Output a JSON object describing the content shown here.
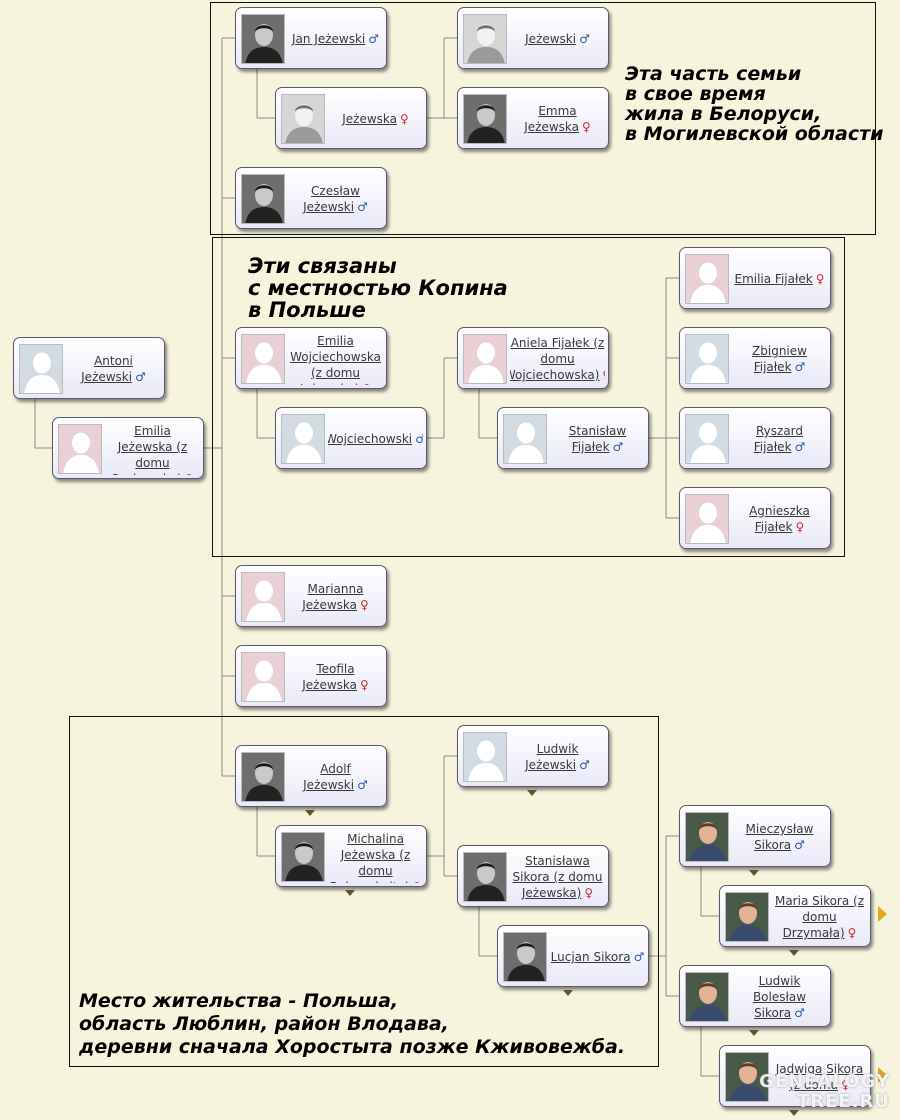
{
  "notes": {
    "belarus": [
      "Эта часть семьи",
      "в свое время",
      "жила в Белоруси,",
      "в Могилевской области"
    ],
    "kopin": [
      "Эти связаны",
      "с местностью Копина",
      "в Польше"
    ],
    "lublin": [
      "Место жительства - Польша,",
      "область Люблин, район Влодава,",
      "деревни сначала Хоростыта позже Кживовежба."
    ]
  },
  "sex_symbols": {
    "male": "♂",
    "female": "♀"
  },
  "persons": [
    {
      "id": "antoni-jezewski",
      "name": "Antoni Jeżewski",
      "sex": "male",
      "photo": "placeholder"
    },
    {
      "id": "emilia-jezewska-z-domu",
      "name": "Emilia Jeżewska (z domu Szukowska)",
      "sex": "female",
      "photo": "placeholder"
    },
    {
      "id": "jan-jezewski",
      "name": "Jan Jeżewski",
      "sex": "male",
      "photo": "portrait"
    },
    {
      "id": "jezewska",
      "name": "Jeżewska",
      "sex": "female",
      "photo": "portrait-light"
    },
    {
      "id": "jezewski",
      "name": "Jeżewski",
      "sex": "male",
      "photo": "portrait-light"
    },
    {
      "id": "emma-jezewska",
      "name": "Emma Jeżewska",
      "sex": "female",
      "photo": "portrait"
    },
    {
      "id": "czeslaw-jezewski",
      "name": "Czesław Jeżewski",
      "sex": "male",
      "photo": "portrait"
    },
    {
      "id": "emilia-wojciechowska",
      "name": "Emilia Wojciechowska (z domu Jeżewska)",
      "sex": "female",
      "photo": "placeholder"
    },
    {
      "id": "wojciechowski",
      "name": "Wojciechowski",
      "sex": "male",
      "photo": "placeholder"
    },
    {
      "id": "aniela-fijalek",
      "name": "Aniela Fijałek (z domu Wojciechowska)",
      "sex": "female",
      "photo": "placeholder"
    },
    {
      "id": "stanislaw-fijalek",
      "name": "Stanisław Fijałek",
      "sex": "male",
      "photo": "placeholder"
    },
    {
      "id": "emilia-fijalek",
      "name": "Emilia Fijałek",
      "sex": "female",
      "photo": "placeholder"
    },
    {
      "id": "zbigniew-fijalek",
      "name": "Zbigniew Fijałek",
      "sex": "male",
      "photo": "placeholder"
    },
    {
      "id": "ryszard-fijalek",
      "name": "Ryszard Fijałek",
      "sex": "male",
      "photo": "placeholder"
    },
    {
      "id": "agnieszka-fijalek",
      "name": "Agnieszka Fijałek",
      "sex": "female",
      "photo": "placeholder"
    },
    {
      "id": "marianna-jezewska",
      "name": "Marianna Jeżewska",
      "sex": "female",
      "photo": "placeholder"
    },
    {
      "id": "teofila-jezewska",
      "name": "Teofila Jeżewska",
      "sex": "female",
      "photo": "placeholder"
    },
    {
      "id": "adolf-jezewski",
      "name": "Adolf Jeżewski",
      "sex": "male",
      "photo": "portrait"
    },
    {
      "id": "michalina-jezewska",
      "name": "Michalina Jeżewska (z domu Bukowskaite)",
      "sex": "female",
      "photo": "portrait"
    },
    {
      "id": "ludwik-jezewski",
      "name": "Ludwik Jeżewski",
      "sex": "male",
      "photo": "placeholder"
    },
    {
      "id": "stanislawa-sikora",
      "name": "Stanisława Sikora (z domu Jeżewska)",
      "sex": "female",
      "photo": "portrait"
    },
    {
      "id": "lucjan-sikora",
      "name": "Lucjan Sikora",
      "sex": "male",
      "photo": "portrait"
    },
    {
      "id": "mieczyslaw-sikora",
      "name": "Mieczysław Sikora",
      "sex": "male",
      "photo": "portrait-color"
    },
    {
      "id": "maria-sikora",
      "name": "Maria Sikora (z domu Drzymała)",
      "sex": "female",
      "photo": "portrait-color"
    },
    {
      "id": "ludwik-boleslaw-sikora",
      "name": "Ludwik Bolesław Sikora",
      "sex": "male",
      "photo": "portrait-color"
    },
    {
      "id": "jadwiga-sikora",
      "name": "Jadwiga Sikora (z domu",
      "sex": "female",
      "photo": "portrait-color"
    }
  ],
  "watermark": [
    "GENEALOGY",
    "TREE.RU"
  ]
}
